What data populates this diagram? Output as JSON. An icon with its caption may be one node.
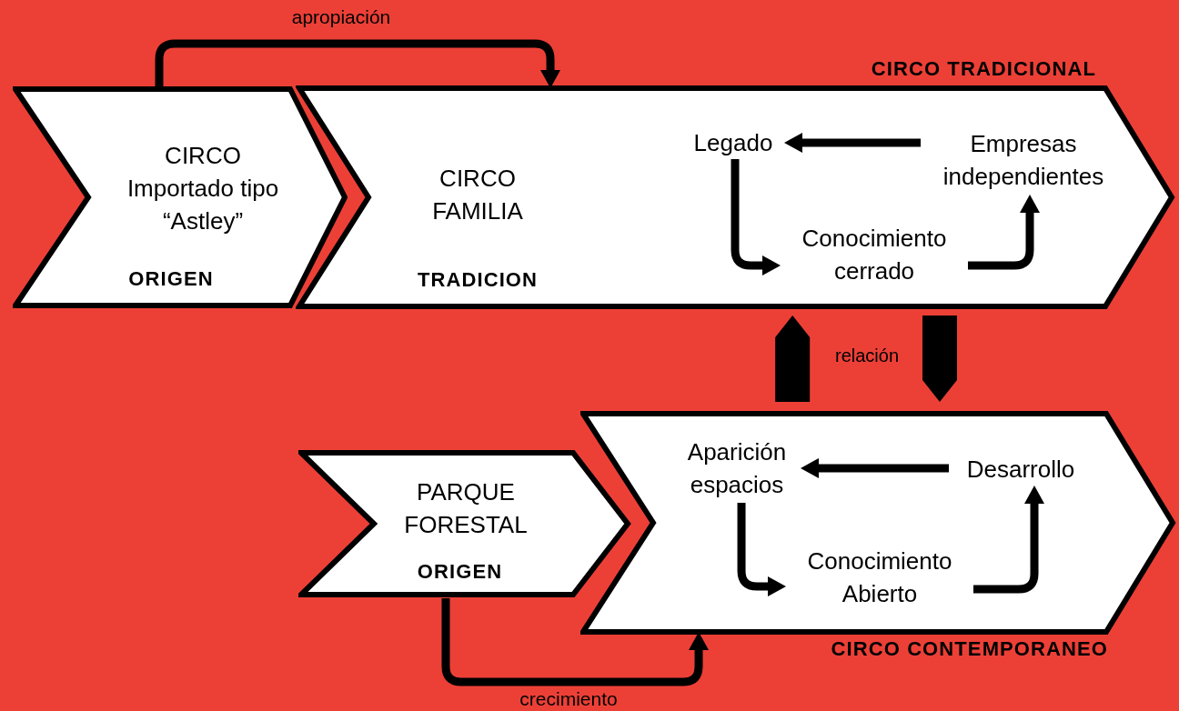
{
  "diagram": {
    "nodes": [
      {
        "text": [
          "CIRCO Importado tipo “Astley”",
          "ORIGEN"
        ]
      },
      {
        "text": [
          "CIRCO TRADICIONAL",
          "CIRCO FAMILIA",
          "TRADICION"
        ]
      },
      {
        "text": [
          "Legado"
        ],
        "in": 1
      },
      {
        "text": [
          "Empresas independientes"
        ],
        "in": 1
      },
      {
        "text": [
          "Conocimiento cerrado"
        ],
        "in": 1
      },
      {
        "text": [
          "PARQUE FORESTAL",
          "ORIGEN"
        ]
      },
      {
        "text": [
          "CIRCO CONTEMPORANEO"
        ]
      },
      {
        "text": [
          "Aparición espacios"
        ],
        "in": 6
      },
      {
        "text": [
          "Desarrollo"
        ],
        "in": 6
      },
      {
        "text": [
          "Conocimiento Abierto"
        ],
        "in": 6
      }
    ],
    "edges": [
      {
        "from": 0,
        "to": 1,
        "arrow": "to",
        "label": "apropiación"
      },
      {
        "from": 3,
        "to": 2,
        "arrow": "to"
      },
      {
        "from": 2,
        "to": 4,
        "arrow": "to"
      },
      {
        "from": 4,
        "to": 3,
        "arrow": "to"
      },
      {
        "from": 8,
        "to": 7,
        "arrow": "to"
      },
      {
        "from": 7,
        "to": 9,
        "arrow": "to"
      },
      {
        "from": 9,
        "to": 8,
        "arrow": "to"
      },
      {
        "from": 6,
        "to": 1,
        "arrow": "to",
        "style": "thick"
      },
      {
        "from": 1,
        "to": 6,
        "arrow": "to",
        "style": "thick"
      },
      {
        "from": 5,
        "to": 6,
        "arrow": "to",
        "label": "crecimiento"
      }
    ],
    "labels": [
      "relación"
    ]
  }
}
